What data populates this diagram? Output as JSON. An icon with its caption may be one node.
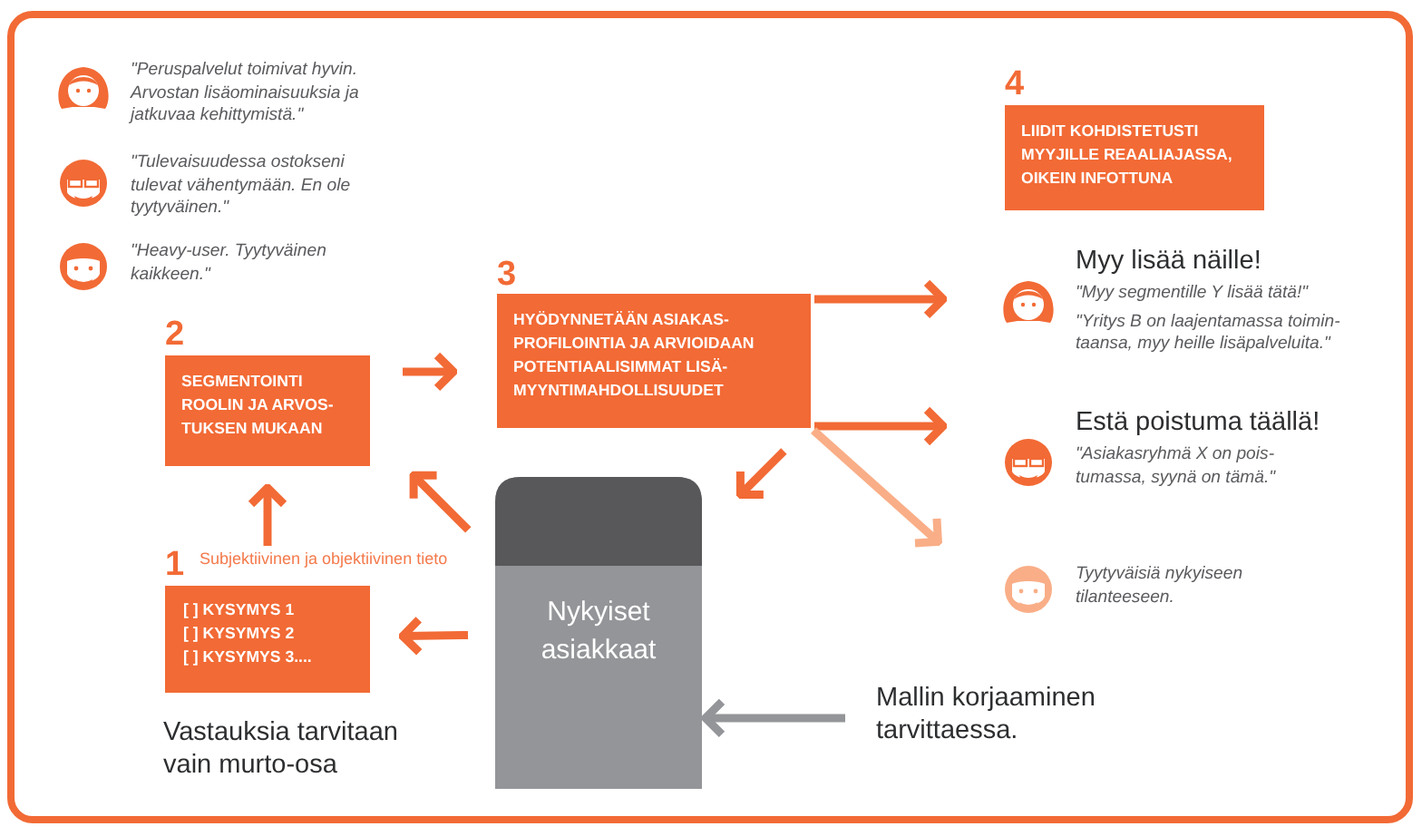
{
  "diagram": {
    "nodes": [
      {
        "text": [
          "1",
          "[ ] KYSYMYS 1",
          "[ ] KYSYMYS 2",
          "[ ] KYSYMYS 3...."
        ],
        "beside": [
          "Vastauksia tarvitaan vain murto-osa"
        ]
      },
      {
        "text": [
          "2",
          "SEGMENTOINTI ROOLIN JA ARVOS-TUKSEN MUKAAN"
        ]
      },
      {
        "text": [
          "3",
          "HYÖDYNNETÄÄN ASIAKAS-PROFILOINTIA JA ARVIOIDAAN POTENTIAALISIMMAT LISÄ-MYYNTIMAHDOLLISUUDET"
        ]
      },
      {
        "text": [
          "4",
          "LIIDIT KOHDISTETUSTI MYYJILLE REAALIAJASSA, OIKEIN INFOTTUNA"
        ]
      },
      {
        "text": [
          "Nykyiset asiakkaat"
        ]
      },
      {
        "text": [
          "Myy lisää näille!",
          "\"Myy segmentille Y lisää tätä!\"",
          "\"Yritys B on laajentamassa toimin-taansa, myy heille lisäpalveluita.\""
        ]
      },
      {
        "text": [
          "Estä poistuma täällä!",
          "\"Asiakasryhmä X on pois-tumassa, syynä on tämä.\""
        ]
      },
      {
        "text": [
          "Tyytyväisiä nykyiseen tilanteeseen."
        ]
      },
      {
        "text": [
          "Mallin korjaaminen tarvittaessa."
        ]
      }
    ],
    "edges": [
      {
        "from": 0,
        "to": 1,
        "arrow": "to"
      },
      {
        "from": 4,
        "to": 1,
        "arrow": "to"
      },
      {
        "from": 4,
        "to": 0,
        "arrow": "to"
      },
      {
        "from": 1,
        "to": 2,
        "arrow": "to"
      },
      {
        "from": 2,
        "to": 4,
        "arrow": "to"
      },
      {
        "from": 2,
        "to": 5,
        "arrow": "to"
      },
      {
        "from": 2,
        "to": 6,
        "arrow": "to"
      },
      {
        "from": 2,
        "to": 7,
        "arrow": "to",
        "color": "#f9ae87"
      },
      {
        "from": 8,
        "to": 4,
        "arrow": "to",
        "color": "#939598"
      }
    ],
    "labels": [
      "\"Peruspalvelut toimivat hyvin. Arvostan lisäominaisuuksia ja jatkuvaa kehittymistä.\"",
      "\"Tulevaisuudessa ostokseni tulevat vähentymään. En ole tyytyväinen.\"",
      "\"Heavy-user. Tyytyväinen kaikkeen.\"",
      "Subjektiivinen ja objektiivinen tieto"
    ]
  }
}
